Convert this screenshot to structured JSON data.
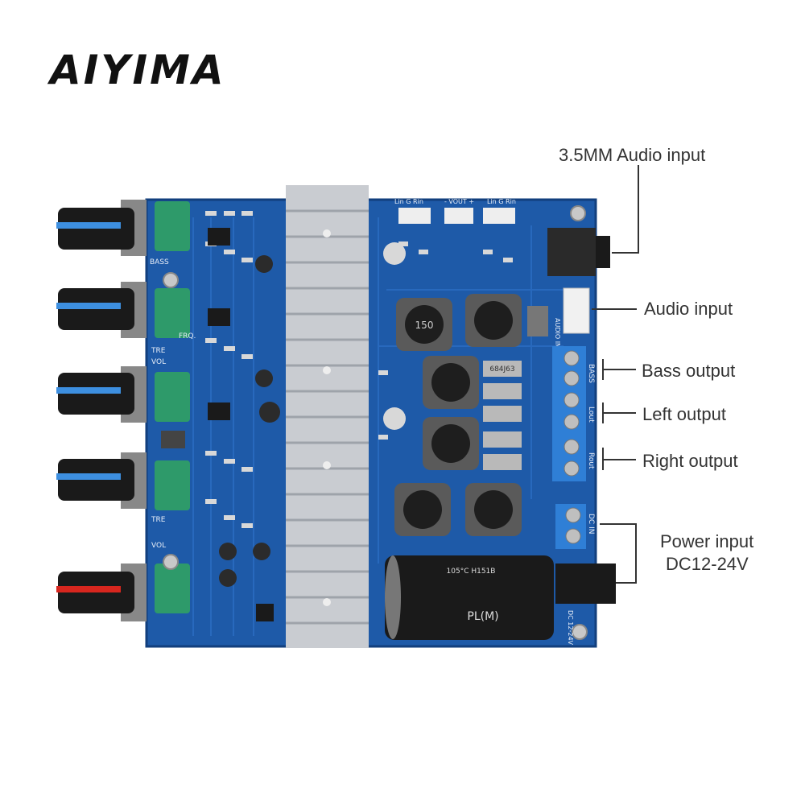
{
  "brand": {
    "logo_text": "AIYIMA"
  },
  "callouts": {
    "audio_jack": "3.5MM Audio input",
    "audio_input": "Audio input",
    "bass_output": "Bass output",
    "left_output": "Left output",
    "right_output": "Right output",
    "power_input_line1": "Power input",
    "power_input_line2": "DC12-24V"
  },
  "board_silkscreen": {
    "knob_labels": [
      "BASS",
      "FRQ.",
      "TRE",
      "VOL",
      "TRE",
      "VOL"
    ],
    "terminal_labels": [
      "BASS",
      "Lout",
      "Rout",
      "DC IN"
    ],
    "audio_in": "AUDIO IN",
    "dc_label": "DC 12-24V",
    "top_pins_left": "Lin G Rin",
    "top_pins_mid": "- VOUT +",
    "top_pins_right": "Lin G Rin",
    "inductor_mark": "150",
    "film_cap_mark": "684J63",
    "big_cap_mark": "PL(M)",
    "big_cap_sleeve": "105°C H151B"
  },
  "colors": {
    "pcb": "#1e5aa8",
    "heatsink": "#c9ccd1",
    "pot_green": "#2e9a6a",
    "knob_blue": "#3d8fe0",
    "knob_red": "#d7261e",
    "terminal_blue": "#2f7fd6"
  },
  "icons": [
    "knob-icon",
    "heatsink-icon",
    "inductor-icon",
    "capacitor-icon",
    "terminal-block-icon",
    "audio-jack-icon",
    "dc-jack-icon"
  ]
}
